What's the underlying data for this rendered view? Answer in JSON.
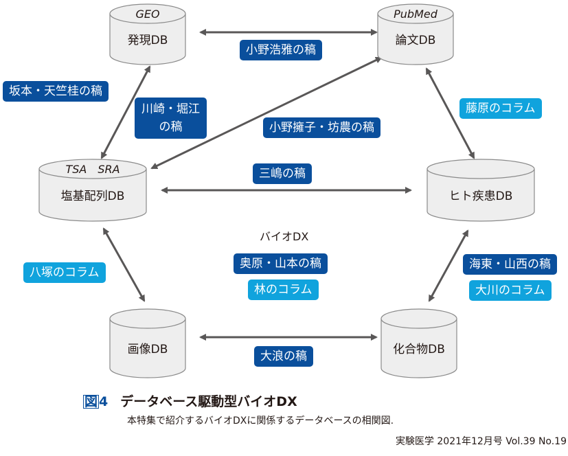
{
  "databases": [
    {
      "id": "hatsugen",
      "top_label": "GEO",
      "label": "発現DB"
    },
    {
      "id": "ronbun",
      "top_label": "PubMed",
      "label": "論文DB"
    },
    {
      "id": "enki",
      "top_label": "TSA　SRA",
      "label": "塩基配列DB"
    },
    {
      "id": "hito",
      "top_label": "",
      "label": "ヒト疾患DB"
    },
    {
      "id": "gazo",
      "top_label": "",
      "label": "画像DB"
    },
    {
      "id": "kagobutsu",
      "top_label": "",
      "label": "化合物DB"
    }
  ],
  "connections": [
    {
      "from": "hatsugen",
      "to": "ronbun"
    },
    {
      "from": "hatsugen",
      "to": "enki"
    },
    {
      "from": "ronbun",
      "to": "enki"
    },
    {
      "from": "ronbun",
      "to": "hito"
    },
    {
      "from": "enki",
      "to": "hito"
    },
    {
      "from": "enki",
      "to": "gazo"
    },
    {
      "from": "hito",
      "to": "kagobutsu"
    },
    {
      "from": "gazo",
      "to": "kagobutsu"
    }
  ],
  "badges": {
    "ono_hiromasa": "小野浩雅の稿",
    "sakamoto_tenjiku": "坂本・天竺桂の稿",
    "kawasaki_horie": "川崎・堀江\nの稿",
    "ono_yoko_bono": "小野擁子・坊農の稿",
    "fujiwara": "藤原のコラム",
    "mishima": "三嶋の稿",
    "okuhara_yamamoto": "奥原・山本の稿",
    "hayashi": "林のコラム",
    "yatsuka": "八塚のコラム",
    "kaito_yamanishi": "海東・山西の稿",
    "okawa": "大川のコラム",
    "onami": "大浪の稿"
  },
  "center_label": "バイオDX",
  "colors": {
    "article_badge": "#0a4f9c",
    "column_badge": "#10a3dd",
    "cylinder_fill": "#eeeeee",
    "cylinder_stroke": "#8a8a8a",
    "arrow": "#595757"
  },
  "caption": {
    "figure_number_prefix": "図",
    "figure_number": "4",
    "title": "データベース駆動型バイオDX",
    "description": "本特集で紹介するバイオDXに関係するデータベースの相関図."
  },
  "credit": "実験医学 2021年12月号 Vol.39 No.19"
}
